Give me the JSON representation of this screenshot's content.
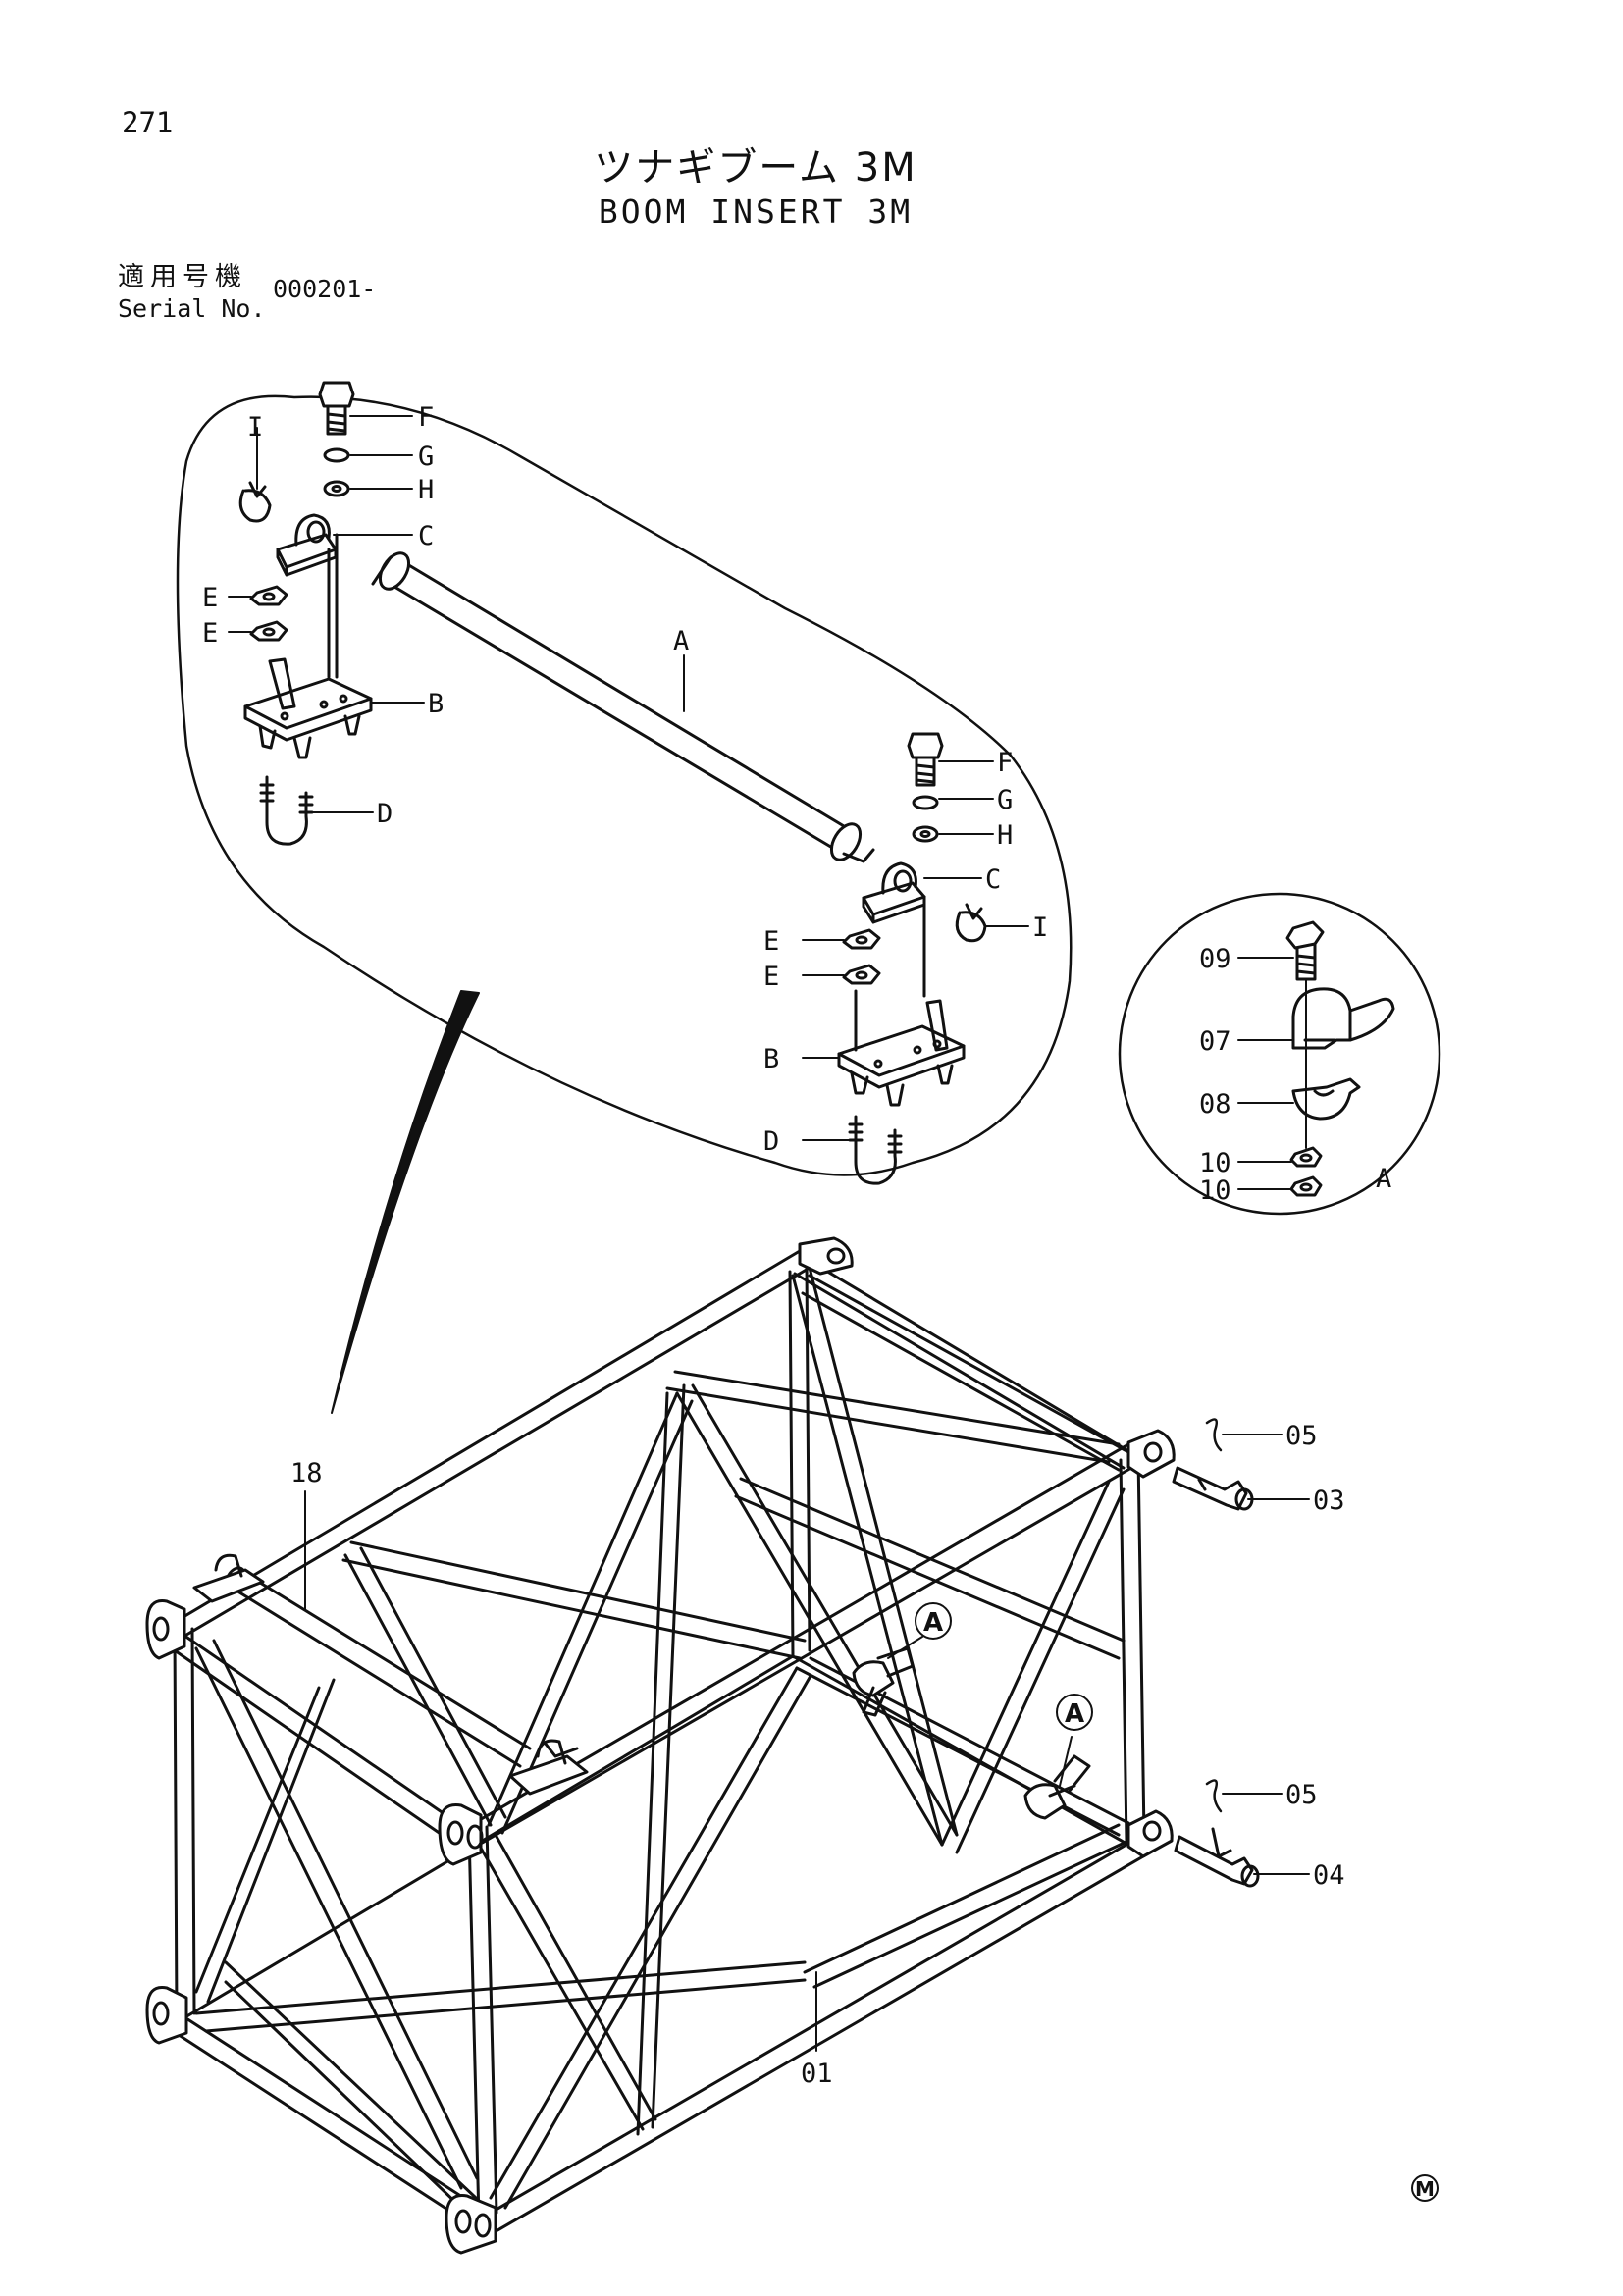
{
  "header": {
    "page_number": "271",
    "title_ja": "ツナギブーム 3M",
    "title_en": "BOOM INSERT 3M",
    "serial_label_ja": "適用号機",
    "serial_label_en": "Serial No.",
    "serial_value": "000201-"
  },
  "detail_callout_labels": {
    "tube": "A",
    "bracket": "B",
    "bearing_block": "C",
    "u_bolt": "D",
    "nut": "E",
    "bolt": "F",
    "spring_washer": "G",
    "plain_washer": "H",
    "clip": "I"
  },
  "clamp_detail": {
    "labels": {
      "bolt": "09",
      "clamp_upper": "07",
      "clamp_lower": "08",
      "nut": "10"
    },
    "reference_mark": "A"
  },
  "part_numbers": {
    "frame": "01",
    "pin_upper": "03",
    "pin_lower": "04",
    "retainer": "05",
    "assembly": "18"
  },
  "reference_marks": [
    "A",
    "A"
  ],
  "footer_mark": "M"
}
